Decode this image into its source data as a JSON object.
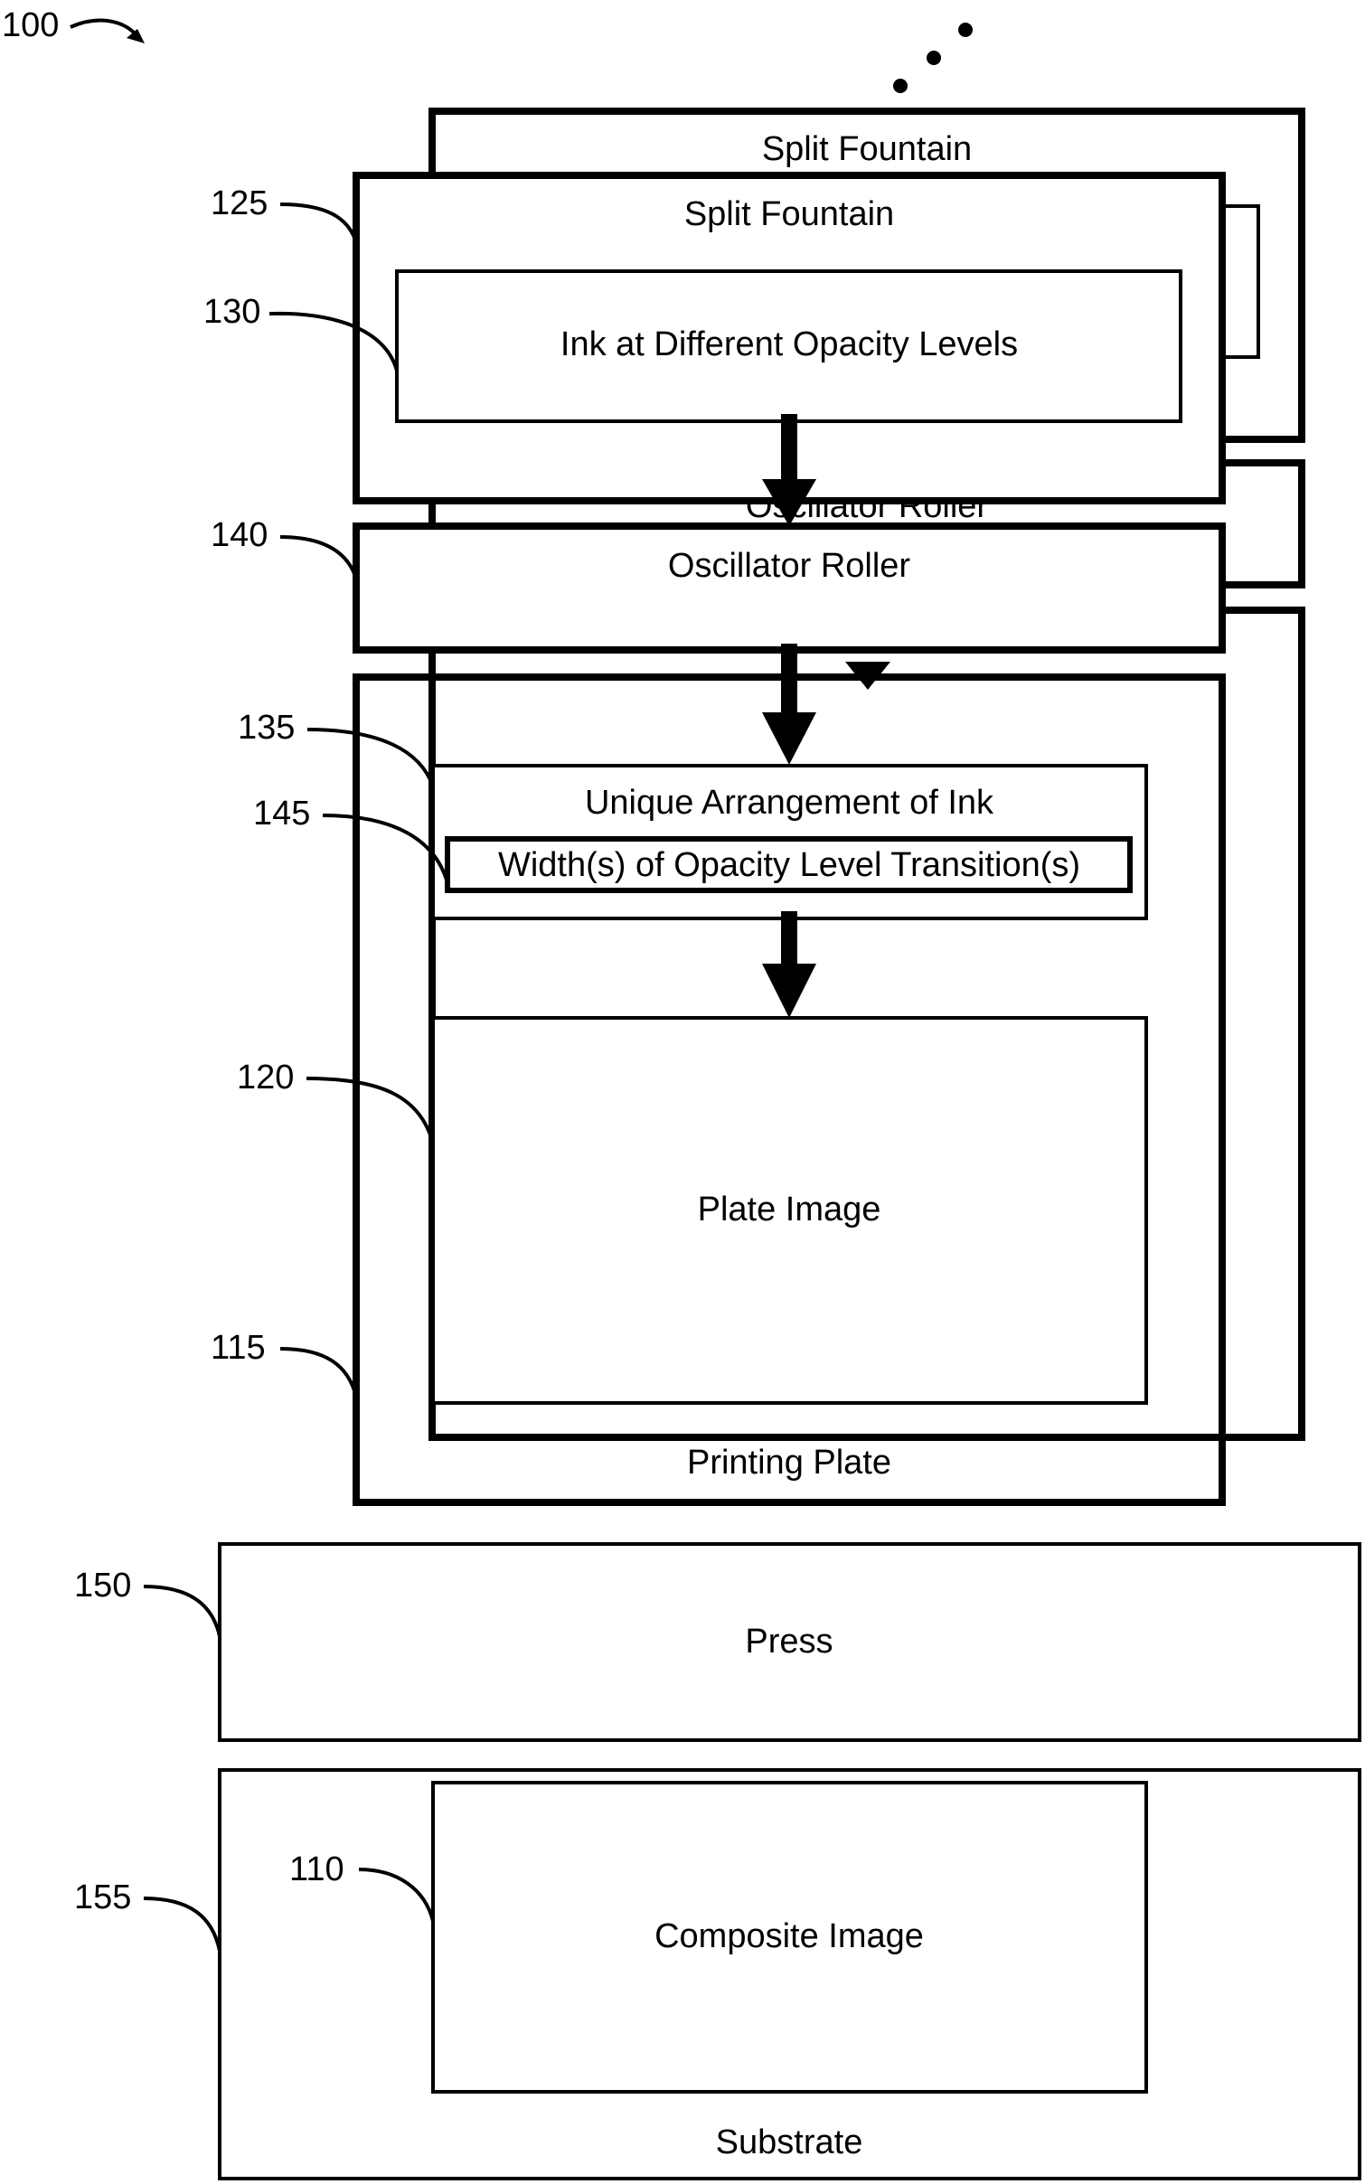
{
  "figure_number": "100",
  "ellipsis": "• • •",
  "back_fountain": {
    "label": "Split Fountain"
  },
  "back_roller": {
    "label": "Oscillator Roller"
  },
  "split_fountain": {
    "ref": "125",
    "label": "Split Fountain"
  },
  "ink": {
    "ref": "130",
    "label": "Ink at Different Opacity Levels"
  },
  "oscillator_roller": {
    "ref": "140",
    "label": "Oscillator Roller"
  },
  "printing_plate": {
    "ref": "115",
    "label": "Printing Plate"
  },
  "unique_arrangement": {
    "ref": "135",
    "label": "Unique Arrangement of Ink"
  },
  "widths": {
    "ref": "145",
    "label": "Width(s) of Opacity Level Transition(s)"
  },
  "plate_image": {
    "ref": "120",
    "label": "Plate Image"
  },
  "press": {
    "ref": "150",
    "label": "Press"
  },
  "substrate": {
    "ref": "155",
    "label": "Substrate"
  },
  "composite_image": {
    "ref": "110",
    "label": "Composite Image"
  }
}
